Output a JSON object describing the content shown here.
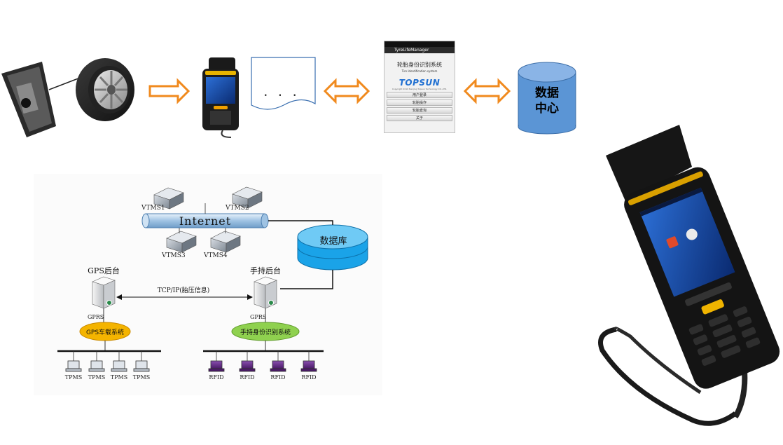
{
  "top_flow": {
    "document_text": ". . .",
    "app": {
      "title_bar": "TyreLifeManager",
      "title_cn": "轮胎身份识别系统",
      "title_en": "Tire Identification system",
      "logo": "TOPSUN",
      "copyright": "Copyright 2019 Nanjing Topsun Technology CO.,LTD.",
      "buttons": [
        "用户登录",
        "轮胎操作",
        "轮胎查询",
        "关于"
      ]
    },
    "data_center": {
      "line1": "数据",
      "line2": "中心"
    }
  },
  "network": {
    "servers": [
      "VTMS1",
      "VTMS2",
      "VTMS3",
      "VTMS4"
    ],
    "internet_label": "Internet",
    "database_label": "数据库",
    "gps_backend": "GPS后台",
    "handheld_backend": "手持后台",
    "link_label": "TCP/IP(胎压信息)",
    "gprs_left": "GPRS",
    "gprs_right": "GPRS",
    "gps_system": "GPS车载系统",
    "handheld_system": "手持身份识别系统",
    "tpms_terminals": [
      "TPMS",
      "TPMS",
      "TPMS",
      "TPMS"
    ],
    "rfid_terminals": [
      "RFID",
      "RFID",
      "RFID",
      "RFID"
    ]
  },
  "colors": {
    "arrow_orange": "#f08a1e",
    "database_blue": "#1aa3e8",
    "datacenter_blue": "#5b95d5",
    "gps_system": "#f4b400",
    "handheld_system": "#8fd14f",
    "rfid_purple": "#6a2a8a"
  }
}
